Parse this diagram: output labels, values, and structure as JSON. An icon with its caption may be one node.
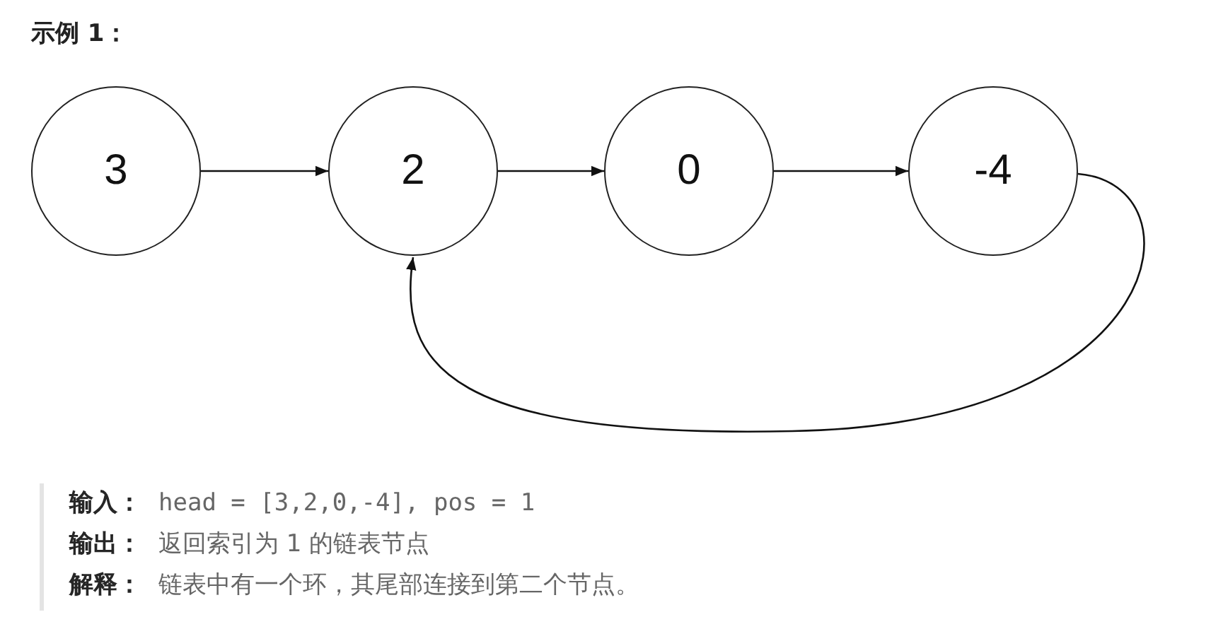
{
  "diagram": {
    "title": "示例 1：",
    "nodes": [
      {
        "text": [
          "3"
        ]
      },
      {
        "text": [
          "2"
        ]
      },
      {
        "text": [
          "0"
        ]
      },
      {
        "text": [
          "-4"
        ]
      }
    ],
    "edges": [
      {
        "from": 0,
        "to": 1,
        "arrow": "to"
      },
      {
        "from": 1,
        "to": 2,
        "arrow": "to"
      },
      {
        "from": 2,
        "to": 3,
        "arrow": "to"
      },
      {
        "from": 3,
        "to": 1,
        "arrow": "to"
      }
    ],
    "labels": [
      "输入：",
      "head = [3,2,0,-4], pos = 1",
      "输出：",
      "返回索引为 1 的链表节点",
      "解释：",
      "链表中有一个环，其尾部连接到第二个节点。"
    ]
  }
}
